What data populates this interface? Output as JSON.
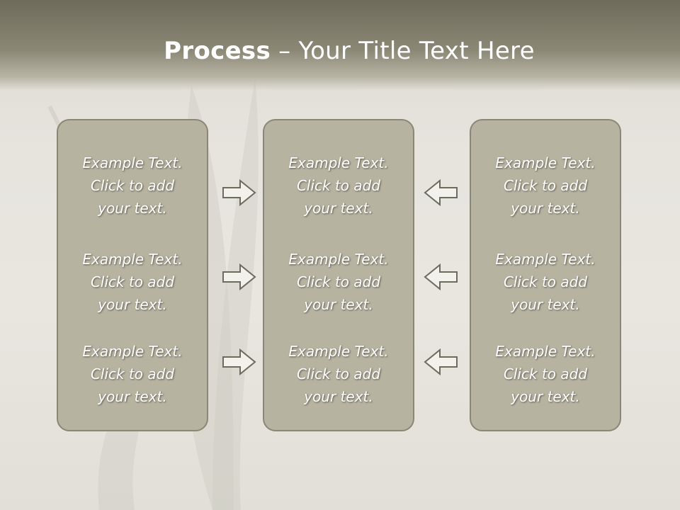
{
  "title": {
    "bold": "Process",
    "rest": " – Your Title Text Here"
  },
  "columns": [
    {
      "blocks": [
        {
          "line1": "Example Text.",
          "line2": "Click  to add",
          "line3": "your text."
        },
        {
          "line1": "Example Text.",
          "line2": "Click  to add",
          "line3": "your text."
        },
        {
          "line1": "Example Text.",
          "line2": "Click  to add",
          "line3": "your text."
        }
      ]
    },
    {
      "blocks": [
        {
          "line1": "Example Text.",
          "line2": "Click  to add",
          "line3": "your text."
        },
        {
          "line1": "Example Text.",
          "line2": "Click  to add",
          "line3": "your text."
        },
        {
          "line1": "Example Text.",
          "line2": "Click  to add",
          "line3": "your text."
        }
      ]
    },
    {
      "blocks": [
        {
          "line1": "Example Text.",
          "line2": "Click  to add",
          "line3": "your text."
        },
        {
          "line1": "Example Text.",
          "line2": "Click  to add",
          "line3": "your text."
        },
        {
          "line1": "Example Text.",
          "line2": "Click  to add",
          "line3": "your text."
        }
      ]
    }
  ],
  "arrows": {
    "left_group": "right-arrow-icon",
    "right_group": "left-arrow-icon"
  },
  "colors": {
    "header": "#7a7666",
    "box_fill": "#b6b3a0",
    "box_border": "#8a8778",
    "background": "#e6e4dd",
    "text": "#ffffff"
  }
}
